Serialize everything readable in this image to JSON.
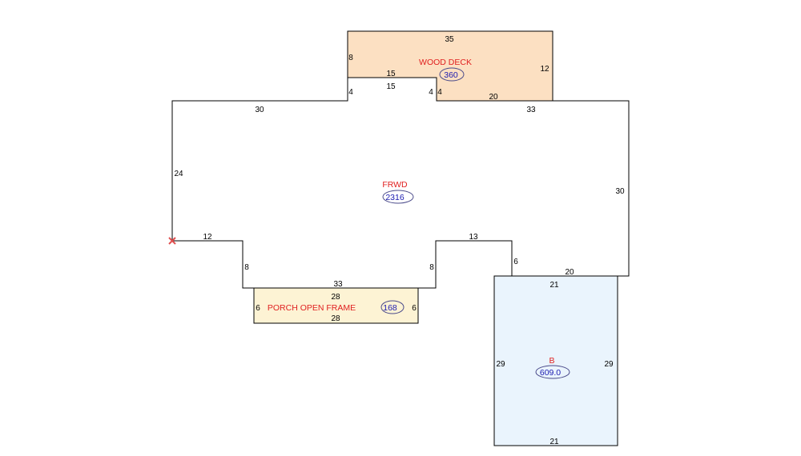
{
  "colors": {
    "outline": "#000000",
    "label_text": "#e02020",
    "area_text": "#1a1ab0",
    "area_ellipse": "#4a4a8a",
    "wood_deck_fill": "#fce0c2",
    "porch_fill": "#fdf3d4",
    "b_fill": "#eaf4fd",
    "origin_marker": "#e05050"
  },
  "sections": {
    "frwd": {
      "label": "FRWD",
      "area": "2316"
    },
    "wood_deck": {
      "label": "WOOD DECK",
      "area": "360"
    },
    "porch": {
      "label": "PORCH OPEN FRAME",
      "area": "168"
    },
    "b": {
      "label": "B",
      "area": "609.0"
    }
  },
  "dimensions": {
    "deck_top": "35",
    "deck_left": "8",
    "deck_right": "12",
    "deck_inner_top": "15",
    "deck_bottom_right": "20",
    "main_notch_top": "15",
    "main_notch_left": "4",
    "main_notch_right_a": "4",
    "main_notch_right_b": "4",
    "main_top_left": "30",
    "main_top_right": "33",
    "main_left": "24",
    "main_right": "30",
    "main_lower_left": "12",
    "main_left_step": "8",
    "main_bottom": "33",
    "main_right_step": "8",
    "main_mid_top": "13",
    "main_step_6": "6",
    "main_bottom_right": "20",
    "porch_top": "28",
    "porch_bottom": "28",
    "porch_left": "6",
    "porch_right": "6",
    "b_top": "21",
    "b_bottom": "21",
    "b_left": "29",
    "b_right": "29"
  }
}
